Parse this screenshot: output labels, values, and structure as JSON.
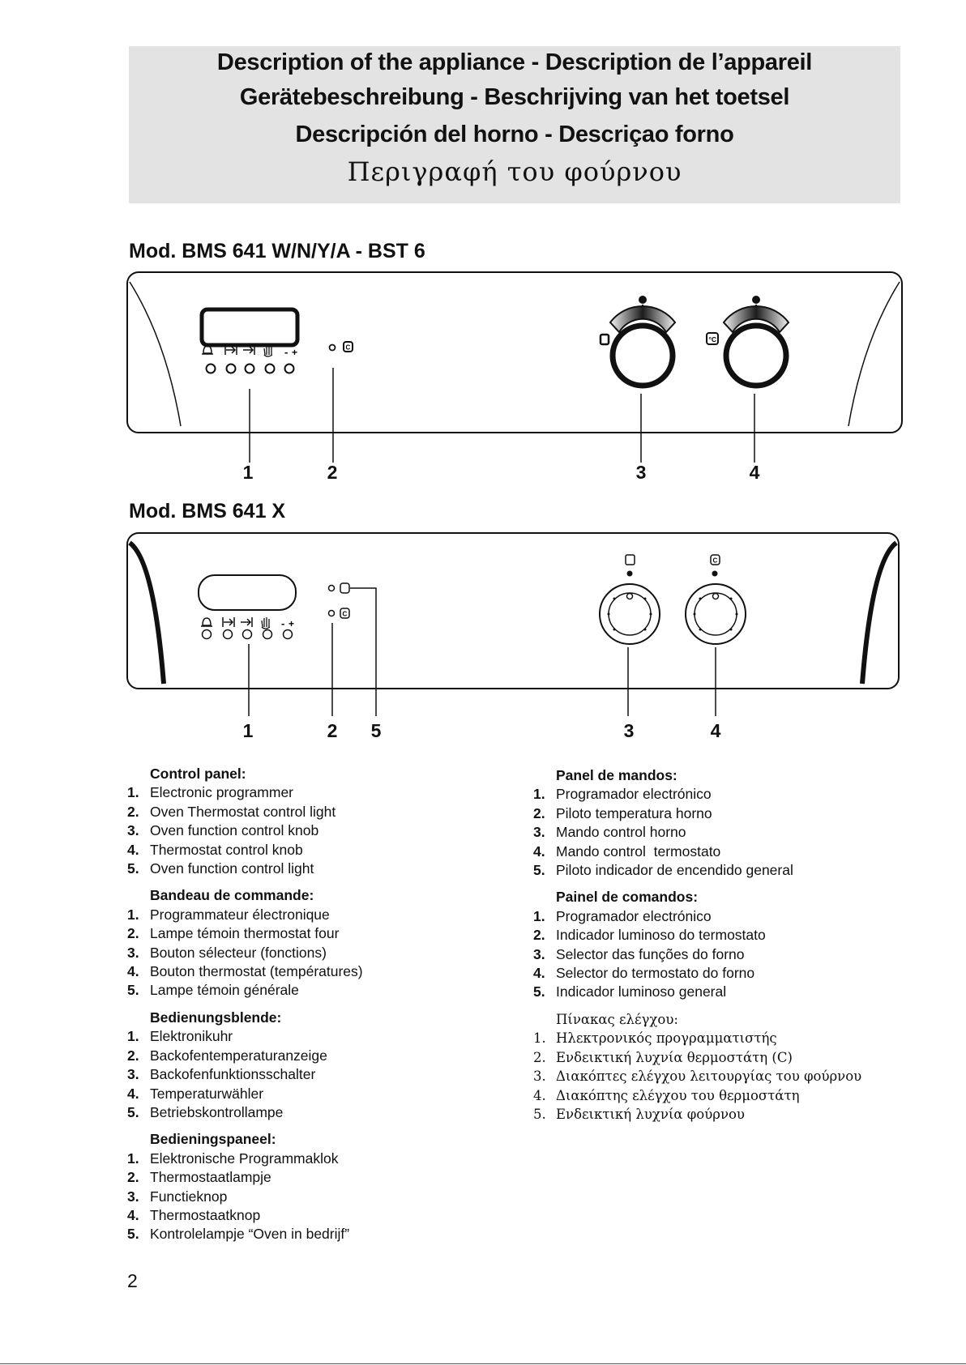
{
  "header": {
    "line1": "Description of the appliance - Description de l’appareil",
    "line2": "Gerätebeschreibung - Beschrijving van het toetsel",
    "line3": "Descripción del horno - Descriçao forno",
    "line4": "Περιγραφή του φούρνου"
  },
  "models": [
    {
      "title": "Mod. BMS 641 W/N/Y/A - BST 6",
      "callouts": [
        "1",
        "2",
        "3",
        "4"
      ]
    },
    {
      "title": "Mod. BMS 641 X",
      "callouts": [
        "1",
        "2",
        "5",
        "3",
        "4"
      ]
    }
  ],
  "legend": {
    "left": [
      {
        "title": "Control panel:",
        "items": [
          {
            "num": "1.",
            "text": "Electronic programmer"
          },
          {
            "num": "2.",
            "text": "Oven Thermostat control light"
          },
          {
            "num": "3.",
            "text": "Oven function control knob"
          },
          {
            "num": "4.",
            "text": "Thermostat control knob"
          },
          {
            "num": "5.",
            "text": "Oven function control light"
          }
        ]
      },
      {
        "title": "Bandeau de commande:",
        "items": [
          {
            "num": "1.",
            "text": "Programmateur électronique"
          },
          {
            "num": "2.",
            "text": "Lampe témoin thermostat four"
          },
          {
            "num": "3.",
            "text": "Bouton sélecteur (fonctions)"
          },
          {
            "num": "4.",
            "text": "Bouton thermostat (températures)"
          },
          {
            "num": "5.",
            "text": "Lampe témoin générale"
          }
        ]
      },
      {
        "title": "Bedienungsblende:",
        "items": [
          {
            "num": "1.",
            "text": "Elektronikuhr"
          },
          {
            "num": "2.",
            "text": "Backofentemperaturanzeige"
          },
          {
            "num": "3.",
            "text": "Backofenfunktionsschalter"
          },
          {
            "num": "4.",
            "text": "Temperaturwähler"
          },
          {
            "num": "5.",
            "text": "Betriebskontrollampe"
          }
        ]
      },
      {
        "title": "Bedieningspaneel:",
        "items": [
          {
            "num": "1.",
            "text": "Elektronische Programmaklok"
          },
          {
            "num": "2.",
            "text": "Thermostaatlampje"
          },
          {
            "num": "3.",
            "text": "Functieknop"
          },
          {
            "num": "4.",
            "text": "Thermostaatknop"
          },
          {
            "num": "5.",
            "text": "Kontrolelampje “Oven in bedrijf”"
          }
        ]
      }
    ],
    "right": [
      {
        "title": "Panel de mandos:",
        "items": [
          {
            "num": "1.",
            "text": "Programador electrónico"
          },
          {
            "num": "2.",
            "text": "Piloto temperatura horno"
          },
          {
            "num": "3.",
            "text": "Mando control horno"
          },
          {
            "num": "4.",
            "text": "Mando control  termostato"
          },
          {
            "num": "5.",
            "text": "Piloto indicador de encendido general"
          }
        ]
      },
      {
        "title": "Painel de comandos:",
        "items": [
          {
            "num": "1.",
            "text": "Programador electrónico"
          },
          {
            "num": "2.",
            "text": "Indicador luminoso do termostato"
          },
          {
            "num": "3.",
            "text": "Selector das funções do forno"
          },
          {
            "num": "4.",
            "text": "Selector do termostato do forno"
          },
          {
            "num": "5.",
            "text": "Indicador luminoso general"
          }
        ]
      },
      {
        "title": "Πίνακας ελέγχου:",
        "items": [
          {
            "num": "1.",
            "text": "Ηλεκτρονικός προγραμματιστής"
          },
          {
            "num": "2.",
            "text": "Ενδεικτική λυχνία θερμοστάτη (C)"
          },
          {
            "num": "3.",
            "text": "Διακόπτες ελέγχου λειτουργίας του φούρνου"
          },
          {
            "num": "4.",
            "text": "Διακόπτης ελέγχου του θερμοστάτη"
          },
          {
            "num": "5.",
            "text": "Ενδεικτική λυχνία φούρνου"
          }
        ]
      }
    ]
  },
  "panel_glyphs": {
    "minus": "-",
    "plus": "+"
  },
  "page_number": "2"
}
